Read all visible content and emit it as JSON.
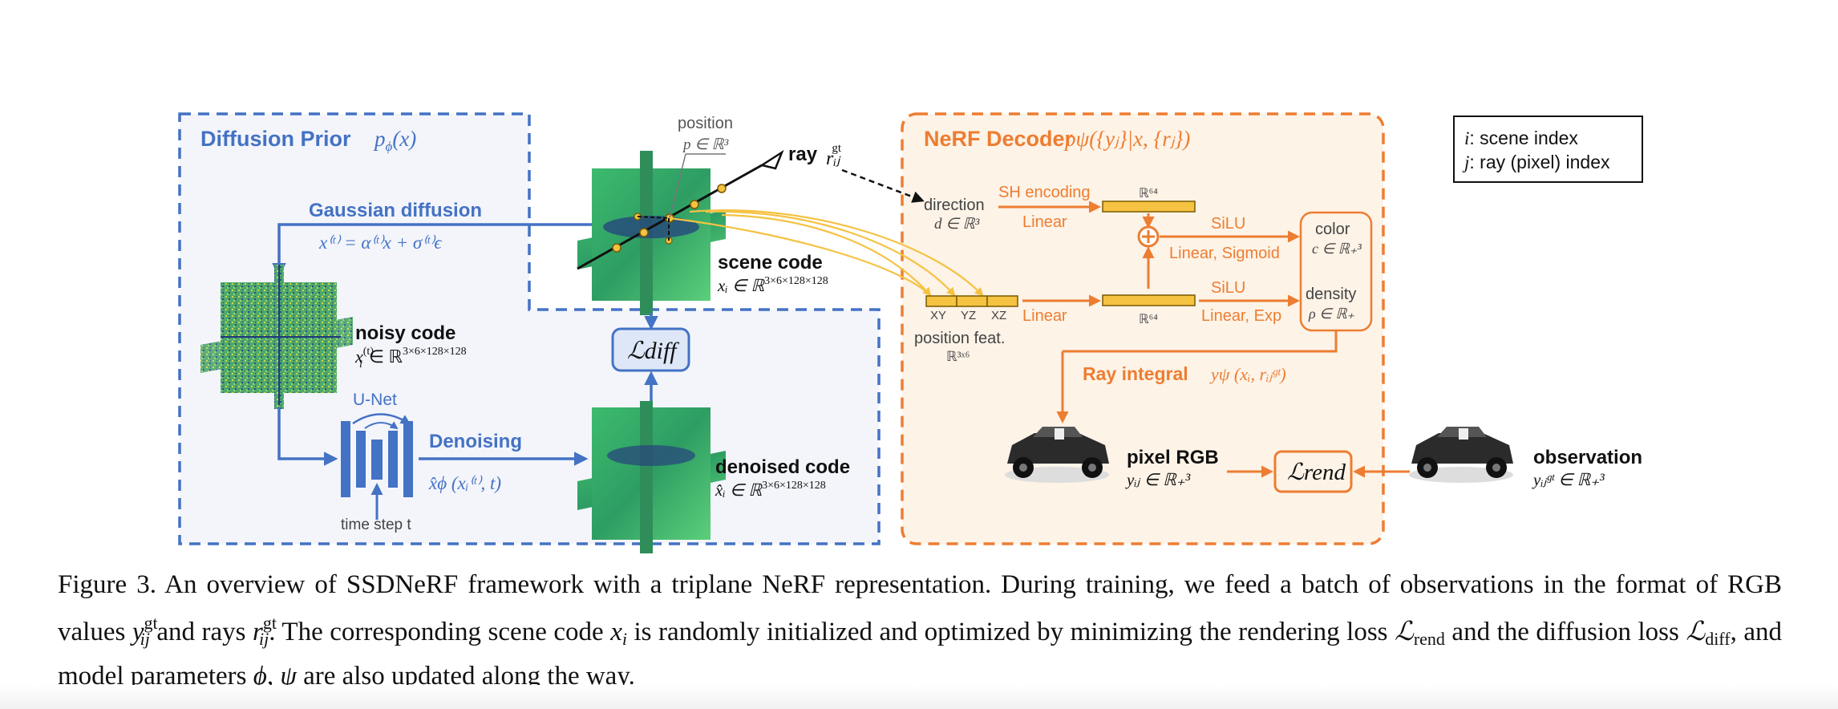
{
  "diffusion_prior": {
    "title": "Diffusion Prior",
    "title_math": "p",
    "title_sub": "ϕ",
    "title_arg": "(x)",
    "gaussian_label": "Gaussian diffusion",
    "gaussian_eq": "x⁽ᵗ⁾ = α⁽ᵗ⁾x + σ⁽ᵗ⁾ϵ",
    "noisy_label": "noisy code",
    "noisy_math": "x",
    "noisy_sub": "i",
    "noisy_sup": "(t)",
    "noisy_space": "∈ ℝ",
    "noisy_dims": "3×6×128×128",
    "unet_label": "U-Net",
    "denoising_label": "Denoising",
    "denoising_eq": "x̂ϕ (xᵢ⁽ᵗ⁾, t)",
    "timestep_label": "time step t",
    "loss_diff": "ℒdiff",
    "denoised_label": "denoised code",
    "denoised_math": "x̂ᵢ ∈ ℝ",
    "denoised_dims": "3×6×128×128"
  },
  "scene": {
    "position_label": "position",
    "position_math": "p ∈ ℝ³",
    "ray_label": "ray",
    "ray_math": "rᵢⱼ",
    "ray_sup": "gt",
    "scene_label": "scene code",
    "scene_math": "xᵢ ∈ ℝ",
    "scene_dims": "3×6×128×128"
  },
  "nerf": {
    "title": "NeRF Decoder",
    "title_math": "pψ({yⱼ}|x, {rⱼ})",
    "direction_label": "direction",
    "direction_math": "d ∈ ℝ³",
    "sh_label": "SH encoding",
    "linear1": "Linear",
    "r64_top": "ℝ⁶⁴",
    "silu1": "SiLU",
    "linear_sigmoid": "Linear, Sigmoid",
    "color_label": "color",
    "color_math": "c ∈ ℝ₊³",
    "density_label": "density",
    "density_math": "ρ ∈ ℝ₊",
    "xy": "XY",
    "yz": "YZ",
    "xz": "XZ",
    "linear2": "Linear",
    "r64_bottom": "ℝ⁶⁴",
    "silu2": "SiLU",
    "linear_exp": "Linear, Exp",
    "posfeat_label": "position feat.",
    "posfeat_math": "ℝ³ˣ⁶",
    "ray_integral": "Ray integral",
    "ray_integral_math": "yψ (xᵢ, rᵢⱼᵍᵗ)",
    "pixel_label": "pixel RGB",
    "pixel_math": "yᵢⱼ ∈ ℝ₊³",
    "loss_rend": "ℒrend"
  },
  "observation": {
    "label": "observation",
    "math": "yᵢⱼᵍᵗ ∈ ℝ₊³"
  },
  "legend": {
    "line1_var": "i",
    "line1_text": ": scene index",
    "line2_var": "j",
    "line2_text": ": ray (pixel) index"
  },
  "caption": {
    "part1": "Figure 3. An overview of SSDNeRF framework with a triplane NeRF representation. During training, we feed a batch of observations in the format of RGB values ",
    "y_var": "y",
    "y_sub": "ij",
    "y_sup": "gt",
    "part2": " and rays ",
    "r_var": "r",
    "r_sub": "ij",
    "r_sup": "gt",
    "part3": ". The corresponding scene code ",
    "x_var": "x",
    "x_sub": "i",
    "part4": " is randomly initialized and optimized by minimizing the rendering loss ",
    "lrend_var": "ℒ",
    "lrend_sub": "rend",
    "part5": " and the diffusion loss ",
    "ldiff_var": "ℒ",
    "ldiff_sub": "diff",
    "part6": ", and model parameters ",
    "params": "ϕ, ψ",
    "part7": " are also updated along the way."
  },
  "colors": {
    "blue": "#4472c4",
    "orange": "#ed7d31",
    "gold": "#f5c242"
  }
}
